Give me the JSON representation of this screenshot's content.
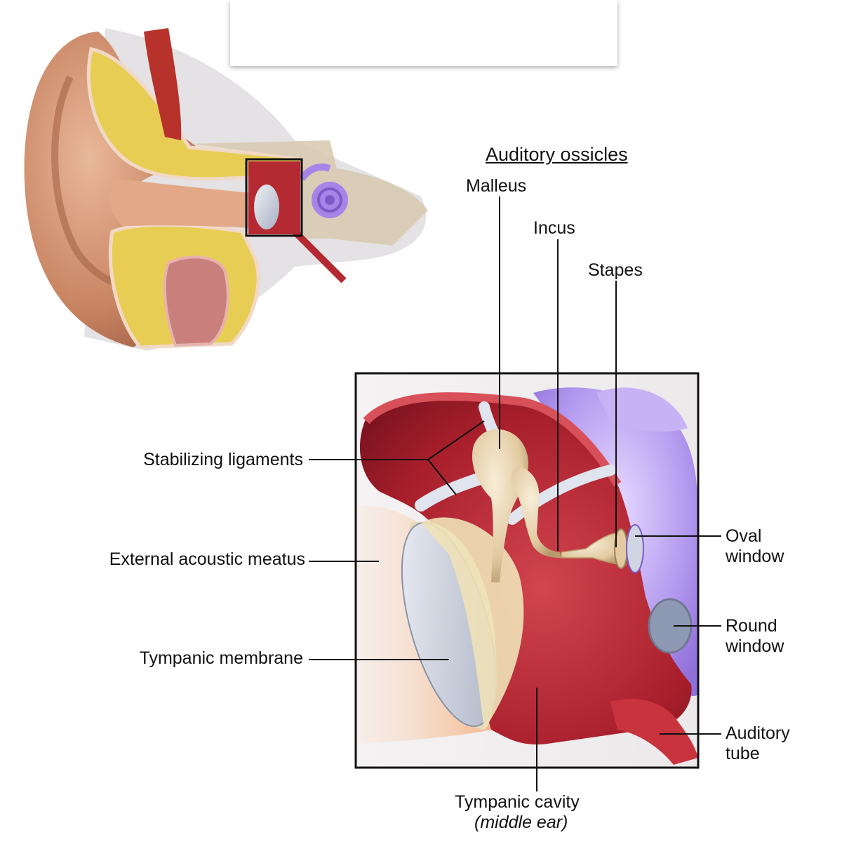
{
  "heading": "Auditory ossicles",
  "labels": {
    "malleus": "Malleus",
    "incus": "Incus",
    "stapes": "Stapes",
    "stabilizing_ligaments": "Stabilizing ligaments",
    "external_acoustic_meatus": "External acoustic meatus",
    "tympanic_membrane": "Tympanic membrane",
    "oval_window": [
      "Oval",
      "window"
    ],
    "round_window": [
      "Round",
      "window"
    ],
    "auditory_tube": [
      "Auditory",
      "tube"
    ],
    "tympanic_cavity": "Tympanic cavity",
    "tympanic_cavity_note": "(middle ear)"
  },
  "colors": {
    "bone": "#e8cd55",
    "skin": "#d9a07e",
    "mucosa": "#b52a32",
    "cochlea": "#a684e8",
    "ossicle": "#e6d2ad",
    "membrane": "#c8cedb",
    "frame": "#111111"
  }
}
